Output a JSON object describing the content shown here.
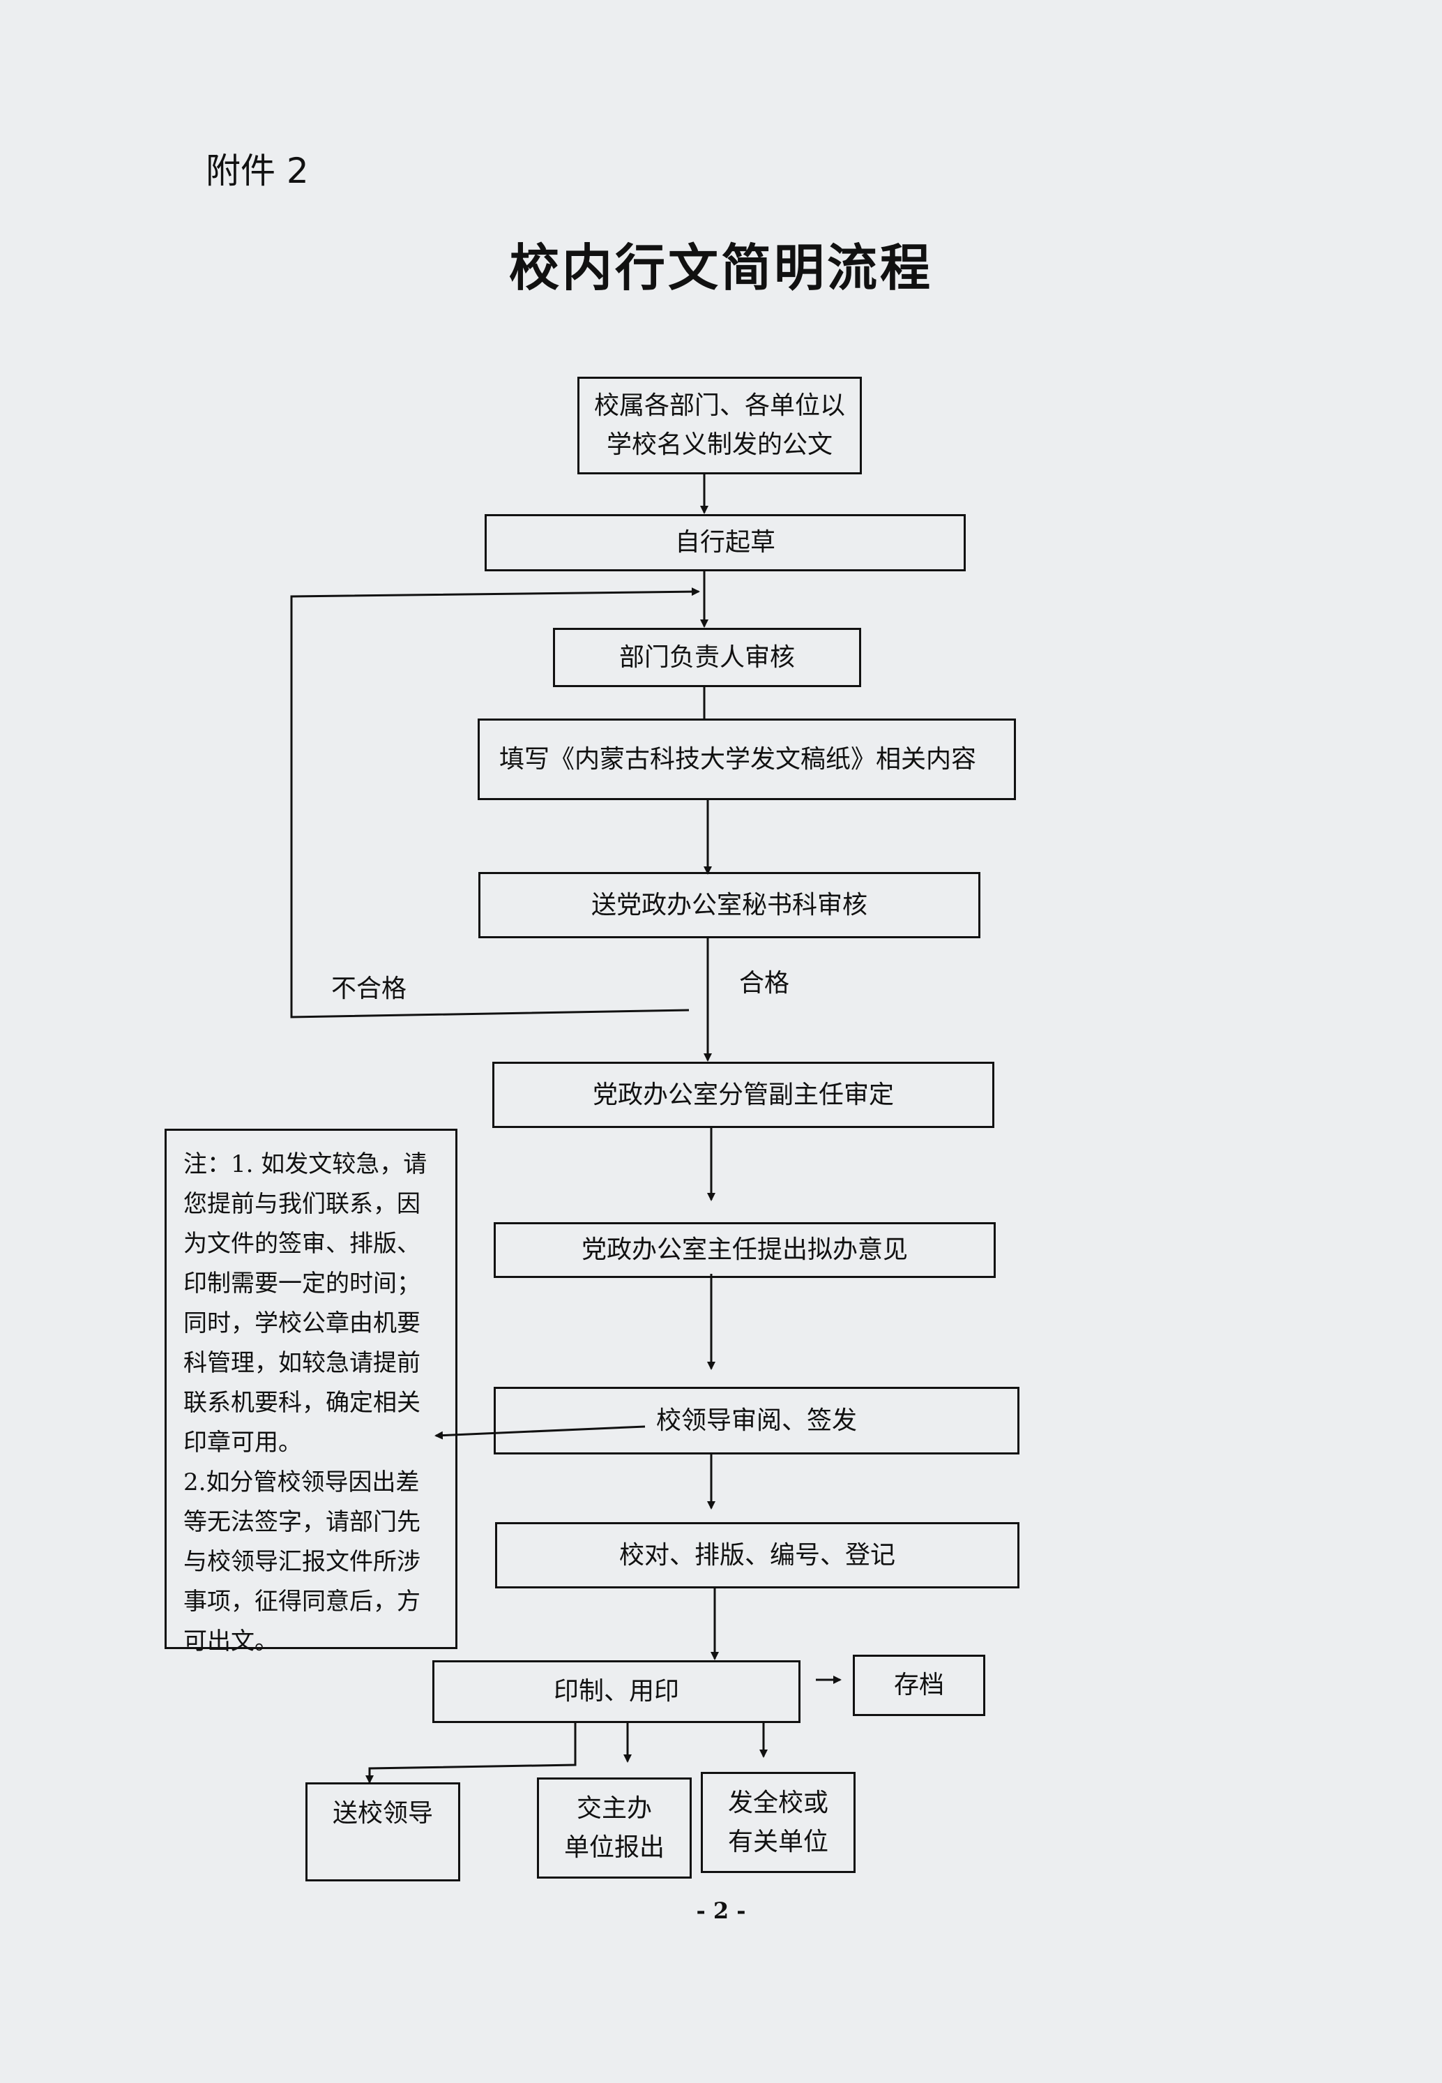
{
  "header": {
    "attachment": "附件 2",
    "title": "校内行文简明流程"
  },
  "flow": {
    "start": [
      "校属各部门、各单位以",
      "学校名义制发的公文"
    ],
    "draft": "自行起草",
    "dept_review": "部门负责人审核",
    "fill_form": "填写《内蒙古科技大学发文稿纸》相关内容",
    "secretary_review": "送党政办公室秘书科审核",
    "label_fail": "不合格",
    "label_pass": "合格",
    "deputy_approve": "党政办公室分管副主任审定",
    "director_opinion": "党政办公室主任提出拟办意见",
    "leader_sign": "校领导审阅、签发",
    "proofread": "校对、排版、编号、登记",
    "print_seal": "印制、用印",
    "archive": "存档",
    "to_leaders": "送校领导",
    "to_host_unit": [
      "交主办",
      "单位报出"
    ],
    "distribute": [
      "发全校或",
      "有关单位"
    ]
  },
  "note": {
    "lines": [
      "注：1. 如发文较急，请",
      "您提前与我们联系，因",
      "为文件的签审、排版、",
      "印制需要一定的时间；",
      "同时，学校公章由机要",
      "科管理，如较急请提前",
      "联系机要科，确定相关",
      "印章可用。",
      "2.如分管校领导因出差",
      "等无法签字，请部门先",
      "与校领导汇报文件所涉",
      "事项，征得同意后，方",
      "可出文。"
    ]
  },
  "footer": {
    "page_number": "- 2 -"
  }
}
